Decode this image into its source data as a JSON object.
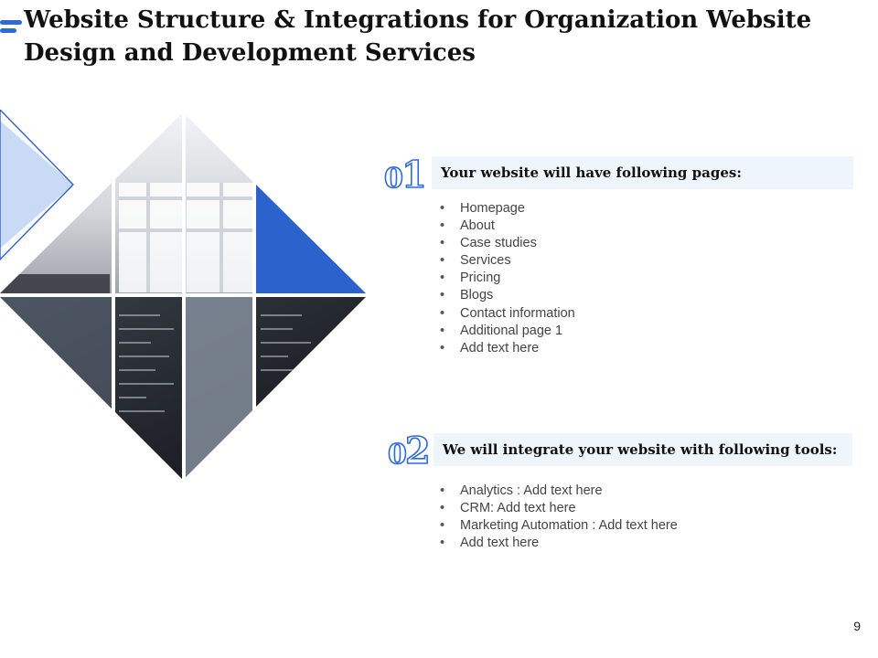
{
  "title": "Website Structure & Integrations for Organization Website Design and  Development Services",
  "sections": [
    {
      "number_prefix": "0",
      "number_digit": "1",
      "heading": "Your website will have following pages:",
      "items": [
        "Homepage",
        "About",
        "Case studies",
        "Services",
        "Pricing",
        "Blogs",
        "Contact information",
        "Additional page 1",
        "Add text here"
      ]
    },
    {
      "number_prefix": "0",
      "number_digit": "2",
      "heading": "We will integrate your website with following tools:",
      "items": [
        "Analytics : Add text here",
        "CRM: Add text here",
        "Marketing Automation : Add text here",
        "Add text here"
      ]
    }
  ],
  "page_number": "9",
  "colors": {
    "accent": "#2f6ad8",
    "light_accent": "#c9daf6",
    "heading_band": "#eef6fb"
  },
  "graphic": {
    "description_icon": "office-and-code-photo-diamond"
  }
}
